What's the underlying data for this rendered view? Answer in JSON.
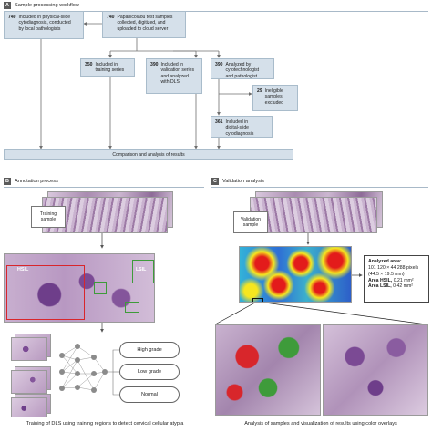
{
  "panels": {
    "a": {
      "letter": "A",
      "title": "Sample processing workflow"
    },
    "b": {
      "letter": "B",
      "title": "Annotation process"
    },
    "c": {
      "letter": "C",
      "title": "Validation analysis"
    }
  },
  "workflow": {
    "physical": {
      "count": "740",
      "text": "Included in physical-slide\ncytodiagnosis, conducted\nby local pathologists"
    },
    "papanicolaou": {
      "count": "740",
      "text": "Papanicolaou test samples\ncollected, digitized, and\nuploaded to cloud server"
    },
    "training": {
      "count": "350",
      "text": "Included in\ntraining series"
    },
    "validation": {
      "count": "390",
      "text": "Included in\nvalidation series\nand analyzed\nwith DLS"
    },
    "analyzed": {
      "count": "390",
      "text": "Analyzed by\ncytotechnologist\nand pathologist"
    },
    "ineligible": {
      "count": "29",
      "text": "Ineligible\nsamples\nexcluded"
    },
    "digital": {
      "count": "361",
      "text": "Included in\ndigital-slide\ncytodiagnosis"
    },
    "comparison": "Comparison and analysis of results"
  },
  "annotation": {
    "training_label": "Training\nsample",
    "hsil_label": "HSIL",
    "lsil_label": "LSIL",
    "classes": [
      "High grade",
      "Low grade",
      "Normal"
    ],
    "caption": "Training of DLS using training regions to detect cervical cellular atypia"
  },
  "validation": {
    "sample_label": "Validation\nsample",
    "area_title": "Analyzed area:",
    "area_pixels": "101 120 × 44 288 pixels",
    "area_mm": "(44.5 × 19.5 mm)",
    "hsil_area_label": "Area HSIL,",
    "hsil_area_value": "0.21 mm²",
    "lsil_area_label": "Area LSIL,",
    "lsil_area_value": "0.42 mm²",
    "caption": "Analysis of samples and visualization of results using color overlays"
  },
  "colors": {
    "box_fill": "#d5e0ea",
    "box_border": "#a9bccb",
    "stain_purple": "#9a6fa0",
    "hsil_red": "#d8262b",
    "lsil_green": "#3e9b3a"
  }
}
